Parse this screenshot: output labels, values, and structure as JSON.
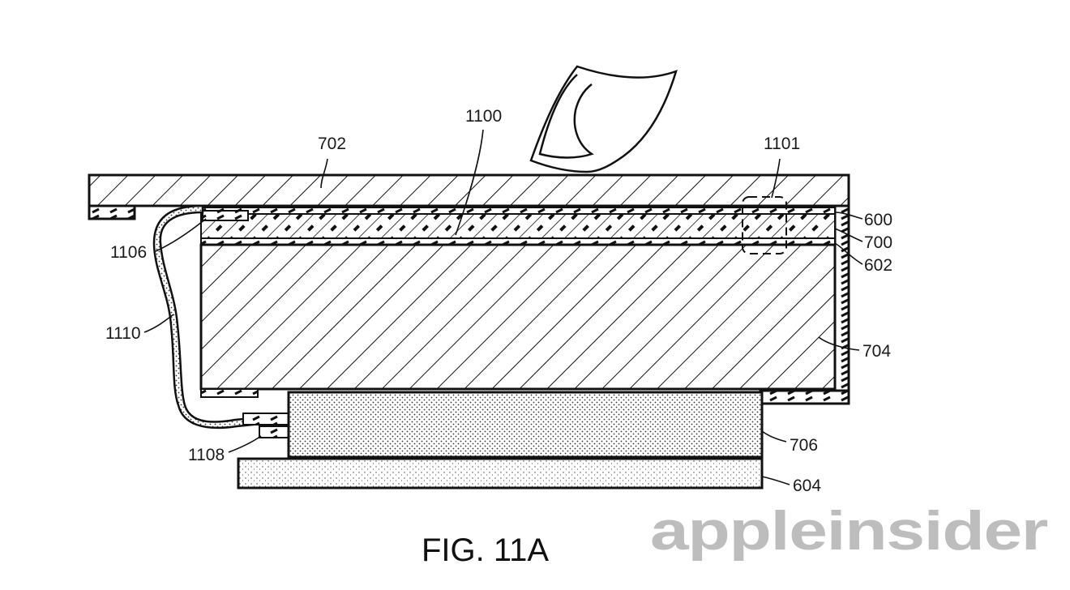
{
  "figure": {
    "caption": "FIG. 11A",
    "watermark": "appleinsider",
    "labels": {
      "l702": "702",
      "l1100": "1100",
      "l1101": "1101",
      "l600": "600",
      "l700": "700",
      "l602": "602",
      "l1106": "1106",
      "l1110": "1110",
      "l704": "704",
      "l706": "706",
      "l1108": "1108",
      "l604": "604"
    }
  },
  "colors": {
    "line": "#111111",
    "watermark": "#bdbdbd"
  }
}
